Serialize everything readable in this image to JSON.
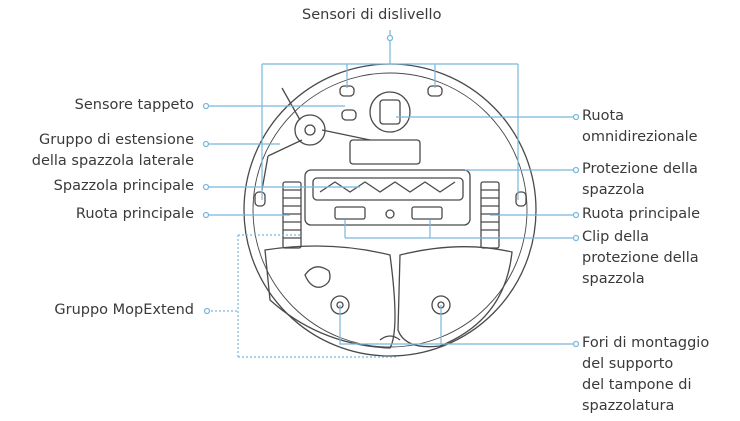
{
  "labels": {
    "cliff_sensors": "Sensori di dislivello",
    "carpet_sensor": "Sensore tappeto",
    "side_brush_ext": "Gruppo di estensione\ndella spazzola laterale",
    "main_brush": "Spazzola principale",
    "main_wheel_left": "Ruota principale",
    "mopextend": "Gruppo MopExtend",
    "omni_wheel": "Ruota\nomnidirezionale",
    "brush_guard": "Protezione della\nspazzola",
    "main_wheel_right": "Ruota principale",
    "brush_guard_clip": "Clip della\nprotezione della\nspazzola",
    "mop_mount_holes": "Fori di montaggio\ndel supporto\ndel tampone di\nspazzolatura"
  },
  "colors": {
    "line": "#4a4a4a",
    "leader": "#7ab8dc",
    "text": "#3a3a3a"
  }
}
